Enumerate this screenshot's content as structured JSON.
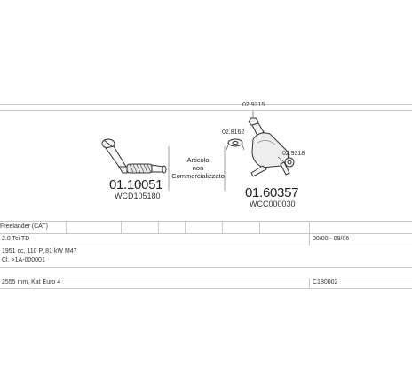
{
  "parts": {
    "front_pipe": {
      "number": "01.10051",
      "code": "WCD105180"
    },
    "cat": {
      "number": "01.60357",
      "code": "WCC000030"
    },
    "accessory_top": {
      "code": "02.9315"
    },
    "accessory_left": {
      "code": "02.8162"
    },
    "accessory_right": {
      "code": "02.9318"
    }
  },
  "note": {
    "line1": "Articolo",
    "line2": "non",
    "line3": "Commercializzato"
  },
  "table": {
    "model": "Freelander (CAT)",
    "engine": "2.0 Tci TD",
    "dates": "00/00 - 09/06",
    "spec": "1951 cc, 110 P, 81 kW M47",
    "cl": "Cl. >1A-000001",
    "wheelbase": "2555 mm, Kat Euro 4",
    "ref": "C180002"
  },
  "colors": {
    "line": "#c8c8c8",
    "ink": "#333333"
  }
}
